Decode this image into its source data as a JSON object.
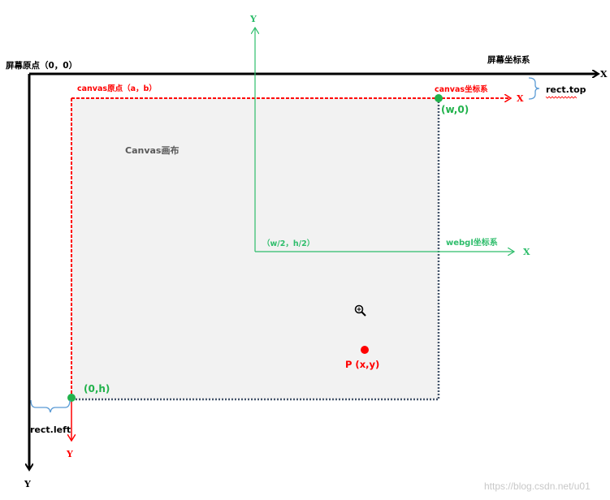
{
  "colors": {
    "screen_axis": "#000000",
    "canvas_axis": "#ff0000",
    "webgl_axis": "#2ebd6b",
    "canvas_fill": "#f2f2f2",
    "canvas_border": "#44546a",
    "brace": "#5b9bd5",
    "watermark": "#c8c8c8"
  },
  "screen": {
    "origin_label": "屏幕原点（0，0）",
    "system_label": "屏幕坐标系",
    "x_axis_label": "X",
    "y_axis_label": "Y"
  },
  "canvas": {
    "origin_label": "canvas原点（a，b）",
    "system_label": "canvas坐标系",
    "x_axis_label": "X",
    "y_axis_label": "Y",
    "area_label": "Canvas画布",
    "top_right_label": "(w,0)",
    "bottom_left_label": "(0,h)"
  },
  "webgl": {
    "center_label": "（w/2，h/2）",
    "system_label": "webgl坐标系",
    "x_axis_label": "X",
    "y_axis_label": "Y"
  },
  "point": {
    "label": "P (x,y)"
  },
  "annotations": {
    "rect_top": "rect.top",
    "rect_left": "rect.left"
  },
  "icons": {
    "zoom": "zoom-in-icon"
  },
  "watermark": "https://blog.csdn.net/u01"
}
